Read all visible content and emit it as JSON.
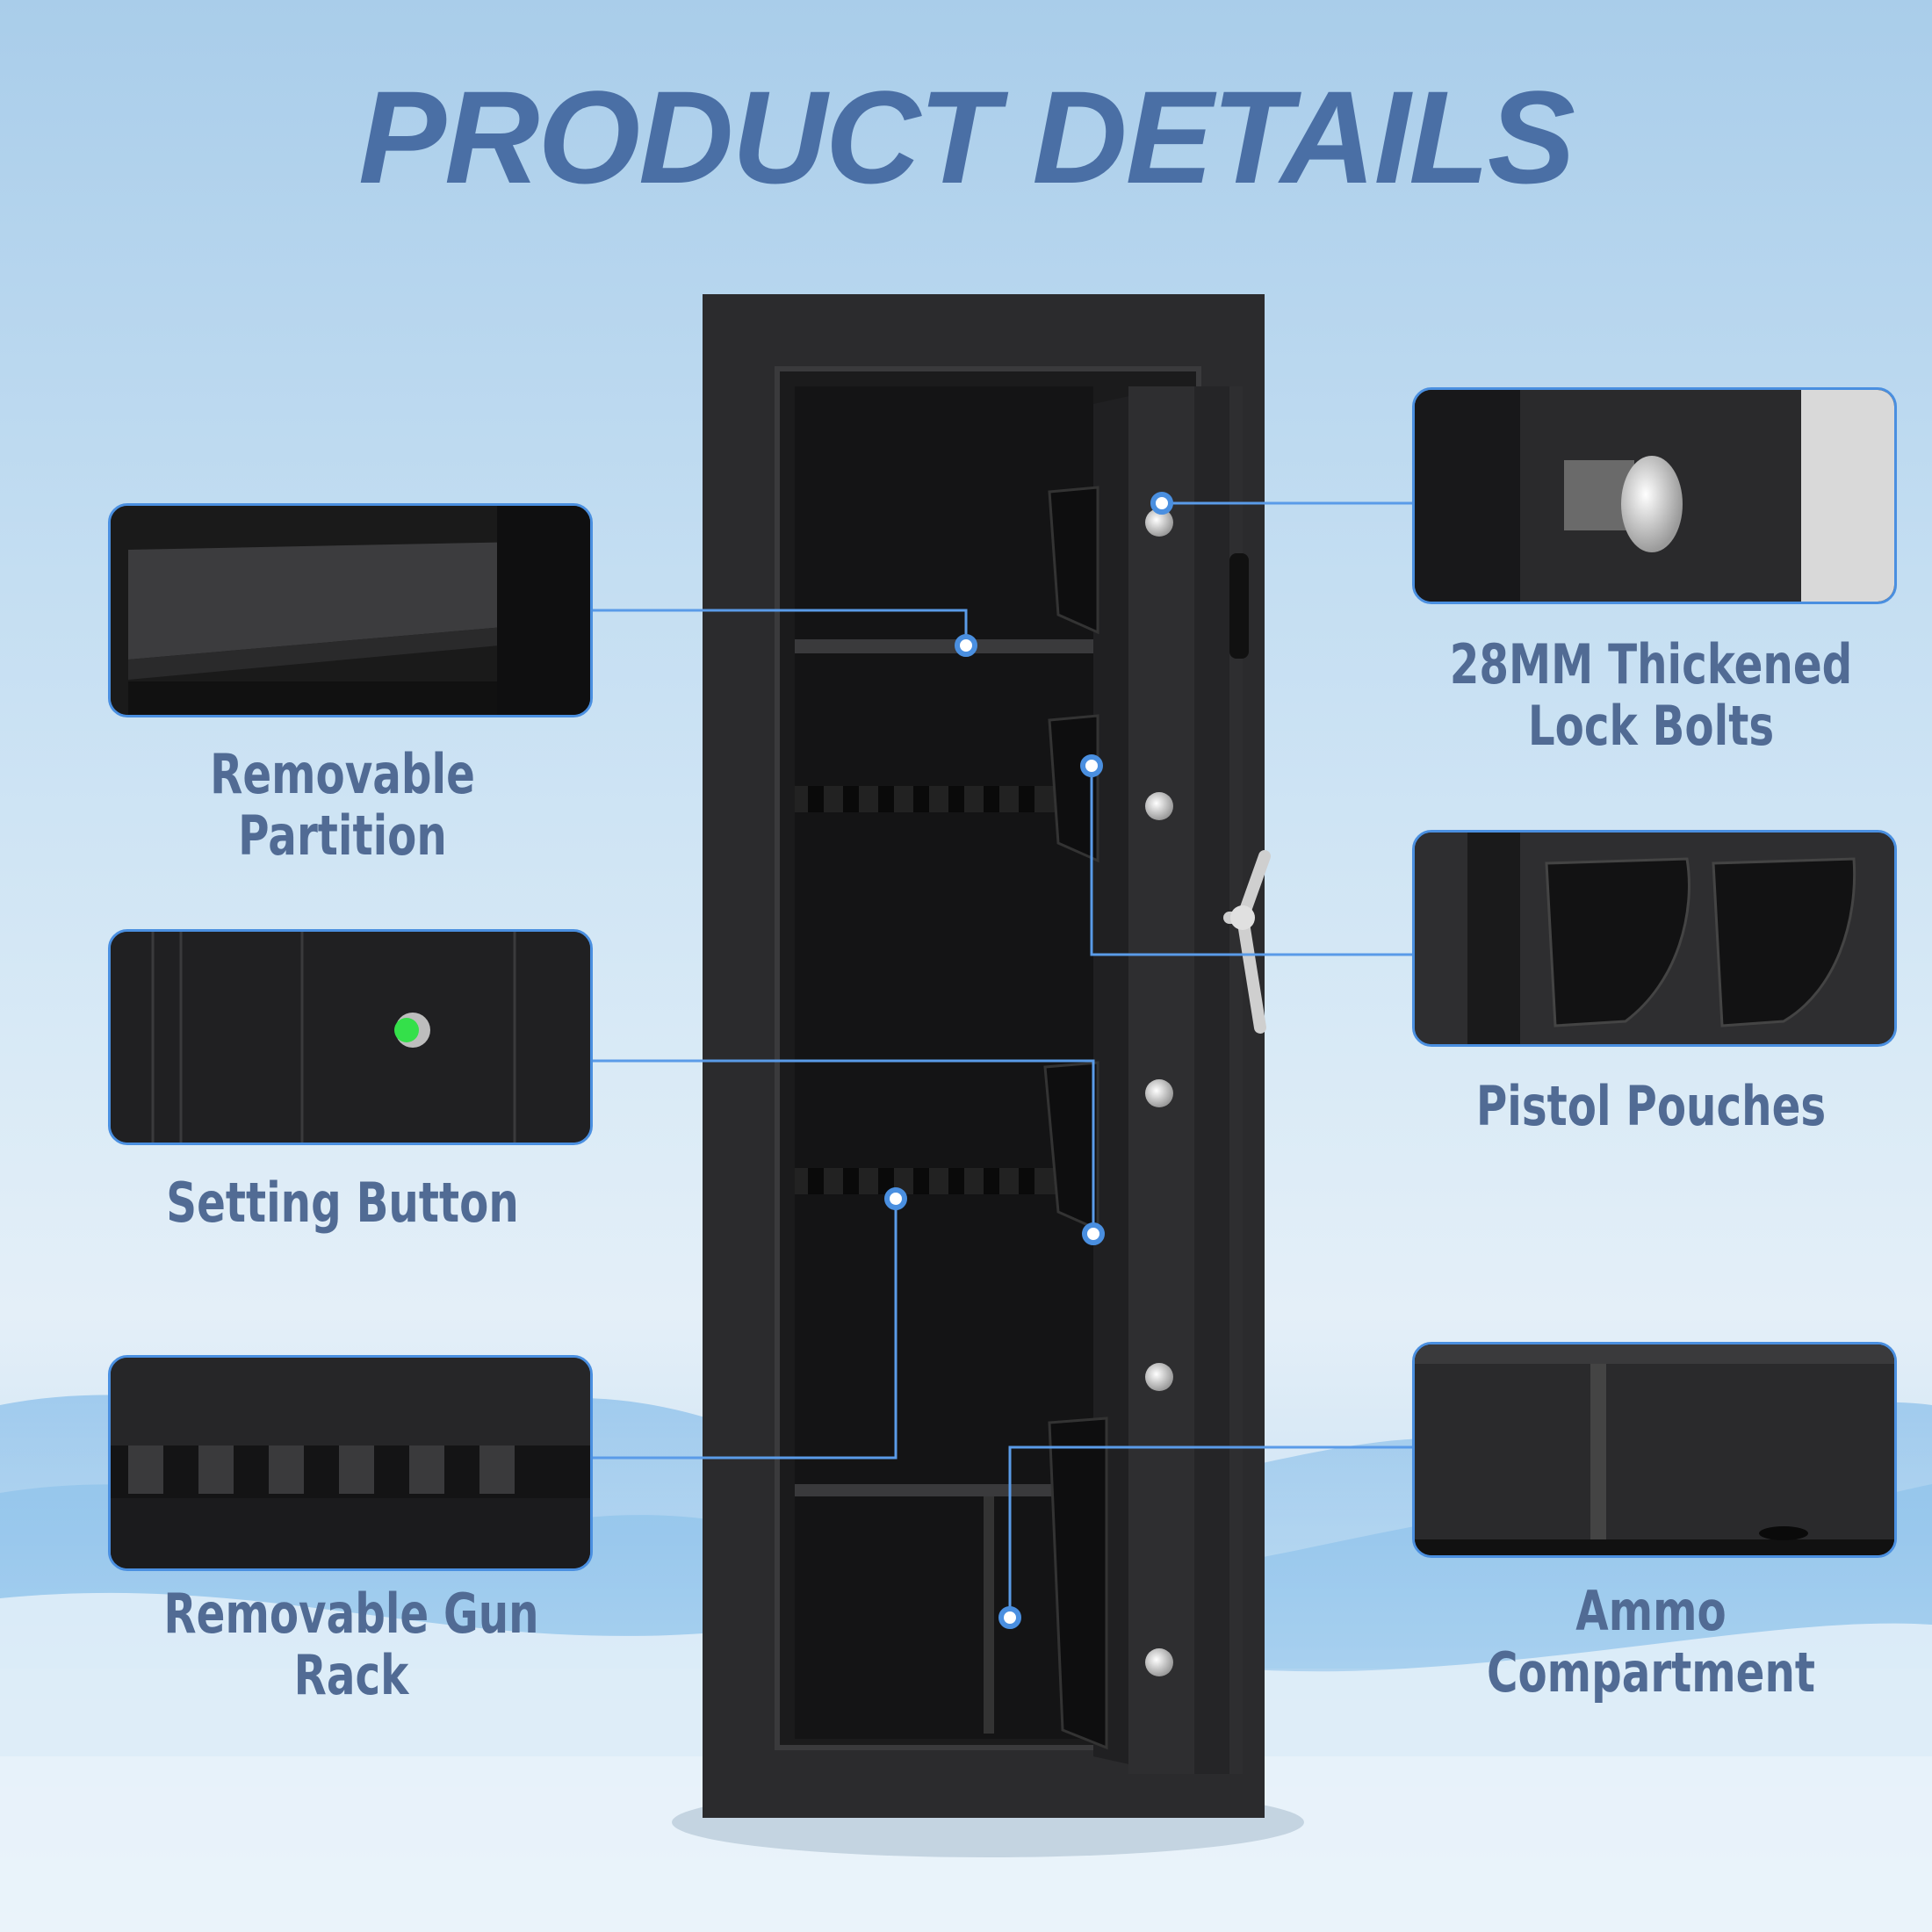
{
  "title": "PRODUCT DETAILS",
  "features": {
    "removable_partition": "Removable Partition",
    "setting_button": "Setting Button",
    "removable_gun_rack": "Removable Gun Rack",
    "lock_bolts_line1": "28MM Thickened",
    "lock_bolts_line2": "Lock Bolts",
    "pistol_pouches": "Pistol Pouches",
    "ammo_compartment": "Ammo Compartment"
  },
  "colors": {
    "title": "#4a6fa5",
    "label": "#516b94",
    "accent_line": "#4a8fe0",
    "safe_body": "#2b2b2d",
    "setting_button_led": "#34e04a"
  }
}
